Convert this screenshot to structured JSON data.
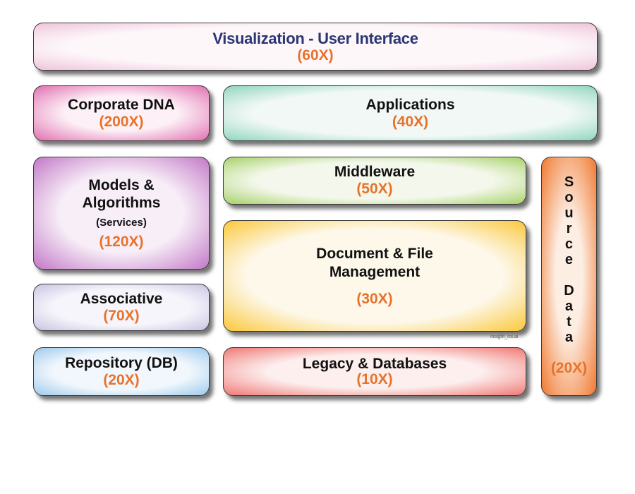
{
  "diagram": {
    "visualization": {
      "title": "Visualization - User Interface",
      "multiplier": "(60X)"
    },
    "corporate_dna": {
      "title": "Corporate DNA",
      "multiplier": "(200X)"
    },
    "applications": {
      "title": "Applications",
      "multiplier": "(40X)"
    },
    "models": {
      "title_line1": "Models &",
      "title_line2": "Algorithms",
      "subtitle": "(Services)",
      "multiplier": "(120X)"
    },
    "associative": {
      "title": "Associative",
      "multiplier": "(70X)"
    },
    "repository": {
      "title": "Repository (DB)",
      "multiplier": "(20X)"
    },
    "middleware": {
      "title": "Middleware",
      "multiplier": "(50X)"
    },
    "document": {
      "title_line1": "Document & File",
      "title_line2": "Management",
      "multiplier": "(30X)"
    },
    "legacy": {
      "title": "Legacy & Databases",
      "multiplier": "(10X)"
    },
    "source_data": {
      "letters_word1": [
        "S",
        "o",
        "u",
        "r",
        "c",
        "e"
      ],
      "letters_word2": [
        "D",
        "a",
        "t",
        "a"
      ],
      "multiplier": "(20X)"
    },
    "credit": "insight_roi.ai"
  },
  "colors": {
    "multiplier_text": "#e8722a",
    "viz_title_text": "#2b3674",
    "visualization": "#efc4da",
    "corporate_dna": "#e070b0",
    "applications": "#8fd6bd",
    "models": "#c278c7",
    "associative": "#c9c3e2",
    "repository": "#9cc9ec",
    "middleware": "#a6d167",
    "document": "#fbc83a",
    "legacy": "#f07773",
    "source_data": "#f0782e"
  }
}
